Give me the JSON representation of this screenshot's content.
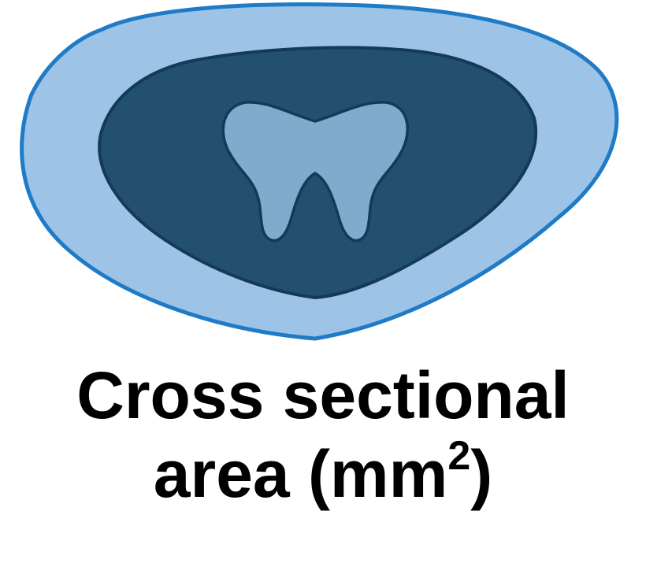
{
  "caption": {
    "line1": "Cross sectional",
    "line2_prefix": "area (mm",
    "superscript": "2",
    "line2_suffix": ")"
  },
  "colors": {
    "outer_fill": "#9dc3e6",
    "outer_stroke": "#1f7bc6",
    "inner_fill": "#24506f",
    "inner_stroke": "#133a57",
    "tooth_fill": "#7fabcc",
    "tooth_stroke": "#133a57",
    "text": "#000000"
  },
  "icons": {
    "outer_layer": "outer-bone-ring-shape",
    "inner_layer": "inner-core-shape",
    "tooth": "tooth-icon"
  }
}
